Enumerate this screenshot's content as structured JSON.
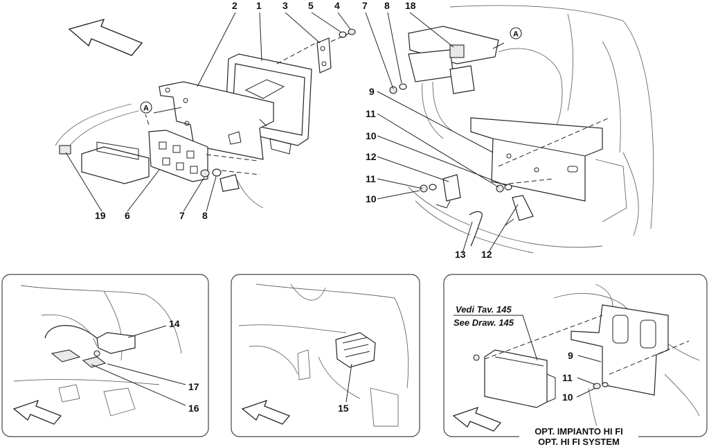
{
  "callouts_main": [
    "2",
    "1",
    "3",
    "5",
    "4",
    "7",
    "8",
    "18",
    "9",
    "11",
    "10",
    "12",
    "11",
    "10",
    "13",
    "12",
    "19",
    "6",
    "7",
    "8"
  ],
  "callouts_panel1": [
    "14",
    "17",
    "16"
  ],
  "callouts_panel2": [
    "15"
  ],
  "callouts_panel3": [
    "9",
    "11",
    "10"
  ],
  "ref_marker": "A",
  "note_it": "Vedi Tav. 145",
  "note_en": "See Draw. 145",
  "option_it": "OPT. IMPIANTO HI FI",
  "option_en": "OPT. HI FI SYSTEM"
}
